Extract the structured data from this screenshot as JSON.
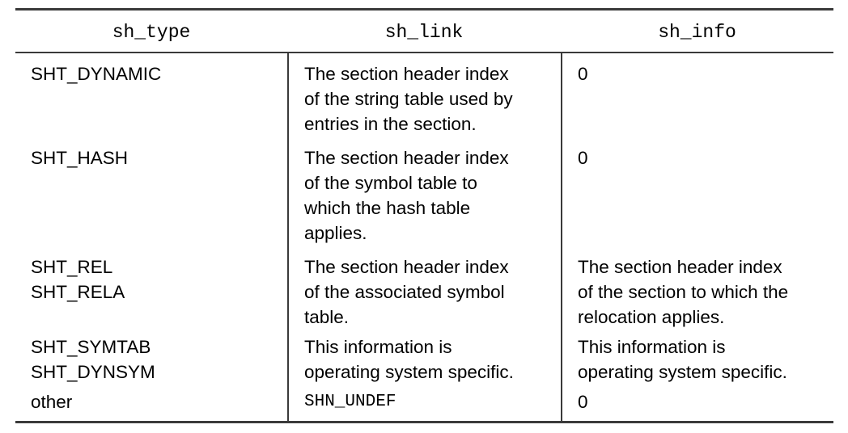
{
  "table": {
    "columns": [
      {
        "key": "sh_type",
        "label": "sh_type",
        "align": "center",
        "font": "mono"
      },
      {
        "key": "sh_link",
        "label": "sh_link",
        "align": "center",
        "font": "mono"
      },
      {
        "key": "sh_info",
        "label": "sh_info",
        "align": "center",
        "font": "mono"
      }
    ],
    "rows": [
      {
        "sh_type": "SHT_DYNAMIC",
        "sh_link": "The section header index\nof the string table used by\nentries in the section.",
        "sh_info": "0"
      },
      {
        "sh_type": "SHT_HASH",
        "sh_link": "The section header index\nof the symbol table to\nwhich the hash table\napplies.",
        "sh_info": "0"
      },
      {
        "sh_type": "SHT_REL\nSHT_RELA",
        "sh_link": "The section header index\nof the associated symbol\ntable.",
        "sh_info": "The section header index\nof the section to which the\nrelocation applies."
      },
      {
        "sh_type": "SHT_SYMTAB\nSHT_DYNSYM",
        "sh_link": "This information is\noperating system specific.",
        "sh_info": "This information is\noperating system specific."
      },
      {
        "sh_type": "other",
        "sh_link": "SHN_UNDEF",
        "sh_info": "0"
      }
    ]
  },
  "colors": {
    "text": "#000000",
    "rule": "#3a3a3a",
    "background": "#ffffff"
  }
}
